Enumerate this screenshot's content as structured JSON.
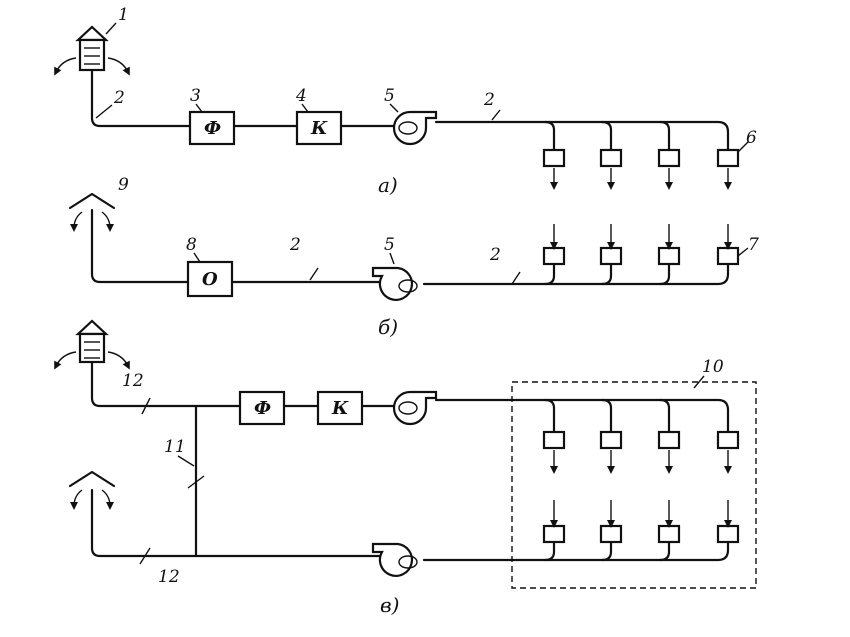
{
  "diagram_a": {
    "caption": "а)",
    "labels": {
      "n1": "1",
      "n2a": "2",
      "n2b": "2",
      "n3": "3",
      "n4": "4",
      "n5": "5",
      "n6": "6"
    },
    "boxes": {
      "filter": "Ф",
      "cooler": "К"
    }
  },
  "diagram_b": {
    "caption": "б)",
    "labels": {
      "n9": "9",
      "n8": "8",
      "n2a": "2",
      "n2b": "2",
      "n5": "5",
      "n7": "7"
    },
    "boxes": {
      "heater": "О"
    }
  },
  "diagram_v": {
    "caption": "в)",
    "labels": {
      "n12a": "12",
      "n12b": "12",
      "n11": "11",
      "n10": "10"
    },
    "boxes": {
      "filter": "Ф",
      "cooler": "К"
    }
  }
}
